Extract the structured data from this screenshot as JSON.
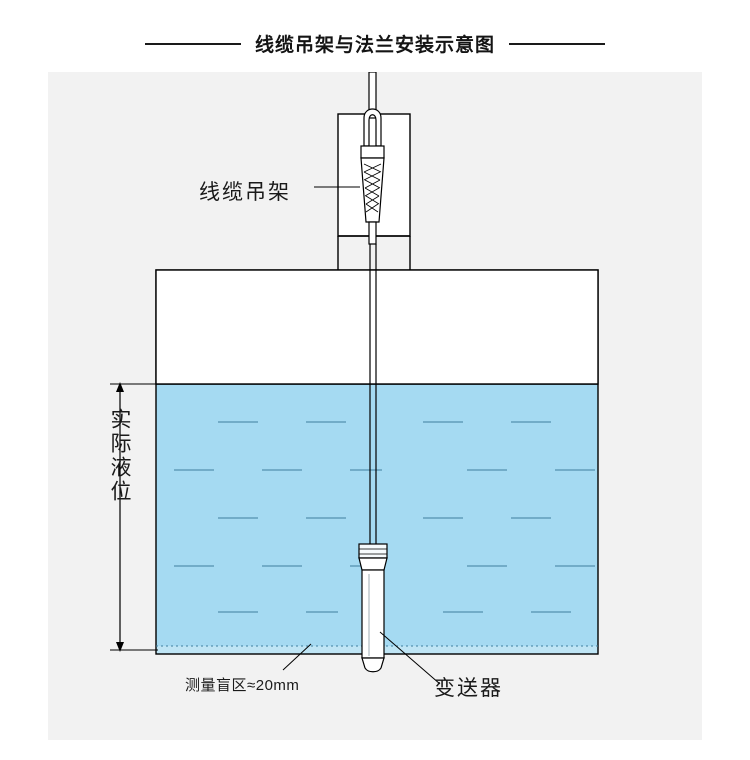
{
  "title": {
    "text": "线缆吊架与法兰安装示意图"
  },
  "diagram": {
    "labels": {
      "cable_hanger": "线缆吊架",
      "actual_level": "实际液位",
      "blind_zone": "测量盲区≈20mm",
      "transmitter": "变送器"
    },
    "colors": {
      "liquid": "#a5daf2",
      "panel_background": "#f2f2f2",
      "outline": "#000000",
      "blind_zone_fill": "#bfe5f5",
      "title_text": "#141414"
    }
  }
}
